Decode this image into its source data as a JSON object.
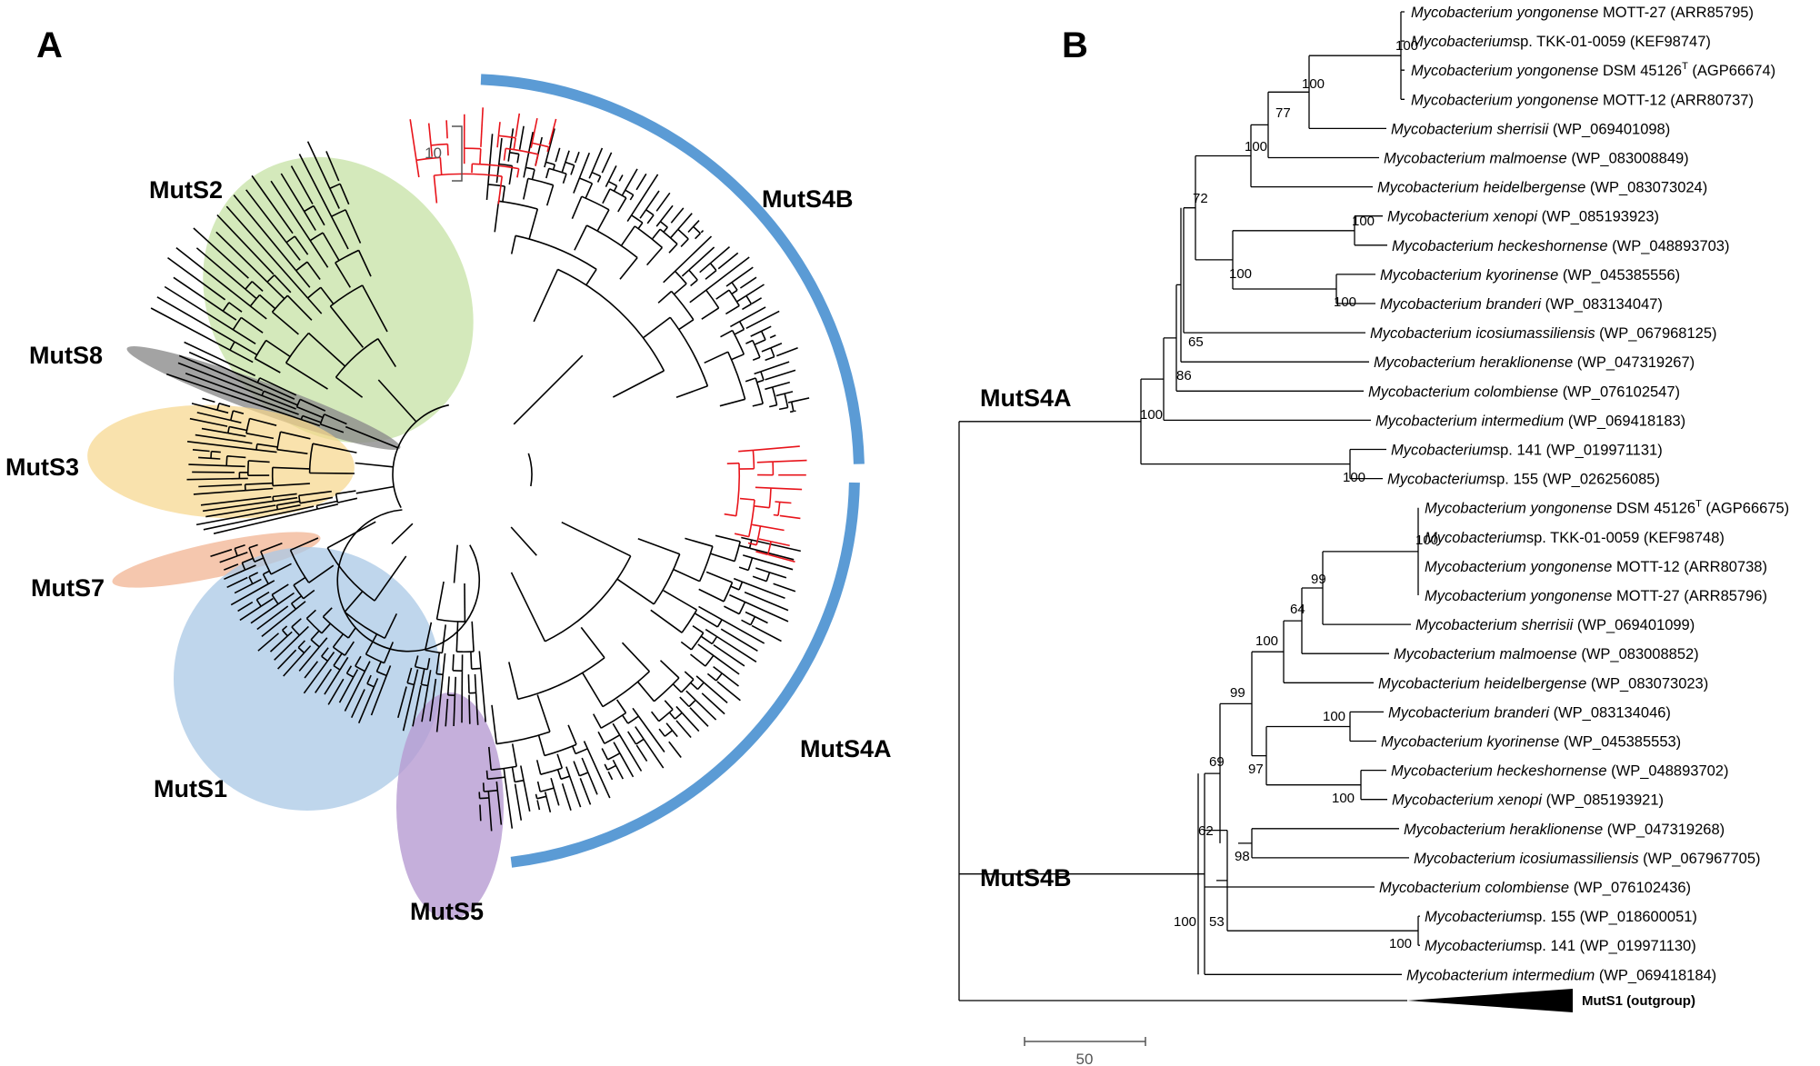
{
  "panels": {
    "a": "A",
    "b": "B"
  },
  "panel_a": {
    "scale_bar": "10",
    "clades": {
      "mutS2": "MutS2",
      "mutS8": "MutS8",
      "mutS3": "MutS3",
      "mutS7": "MutS7",
      "mutS1": "MutS1",
      "mutS5": "MutS5",
      "mutS4a": "MutS4A",
      "mutS4b": "MutS4B"
    },
    "colors": {
      "mutS2": "#c6e2a4",
      "mutS8": "#8c8c8c",
      "mutS3": "#f6d58a",
      "mutS7": "#f2b493",
      "mutS1": "#a9c8e6",
      "mutS5": "#b79bd2",
      "arc": "#5b9bd5",
      "highlight": "#e8141b"
    }
  },
  "panel_b": {
    "group_labels": {
      "mutS4a": "MutS4A",
      "mutS4b": "MutS4B"
    },
    "outgroup": "MutS1 (outgroup)",
    "scale_bar": "50",
    "taxa": [
      {
        "sp": "Mycobacterium yongonense",
        "strain": " MOTT-27",
        "acc": "(ARR85795)"
      },
      {
        "sp": "Mycobacterium",
        "strain": "sp. TKK-01-0059",
        "acc": "(KEF98747)"
      },
      {
        "sp": "Mycobacterium yongonense",
        "strain": " DSM 45126",
        "sup": "T",
        "acc": "(AGP66674)"
      },
      {
        "sp": "Mycobacterium yongonense",
        "strain": " MOTT-12",
        "acc": "(ARR80737)"
      },
      {
        "sp": "Mycobacterium sherrisii",
        "strain": "",
        "acc": "(WP_069401098)"
      },
      {
        "sp": "Mycobacterium malmoense",
        "strain": "",
        "acc": "(WP_083008849)"
      },
      {
        "sp": "Mycobacterium heidelbergense",
        "strain": "",
        "acc": "(WP_083073024)"
      },
      {
        "sp": "Mycobacterium xenopi",
        "strain": "",
        "acc": "(WP_085193923)"
      },
      {
        "sp": "Mycobacterium heckeshornense",
        "strain": "",
        "acc": "(WP_048893703)"
      },
      {
        "sp": "Mycobacterium kyorinense",
        "strain": "",
        "acc": "(WP_045385556)"
      },
      {
        "sp": "Mycobacterium branderi",
        "strain": "",
        "acc": "(WP_083134047)"
      },
      {
        "sp": "Mycobacterium icosiumassiliensis",
        "strain": "",
        "acc": "(WP_067968125)"
      },
      {
        "sp": "Mycobacterium heraklionense",
        "strain": "",
        "acc": "(WP_047319267)"
      },
      {
        "sp": "Mycobacterium colombiense",
        "strain": "",
        "acc": "(WP_076102547)"
      },
      {
        "sp": "Mycobacterium intermedium",
        "strain": "",
        "acc": "(WP_069418183)"
      },
      {
        "sp": "Mycobacterium",
        "strain": "sp. 141",
        "acc": "(WP_019971131)"
      },
      {
        "sp": "Mycobacterium",
        "strain": "sp. 155",
        "acc": "(WP_026256085)"
      },
      {
        "sp": "Mycobacterium yongonense",
        "strain": " DSM 45126",
        "sup": "T",
        "acc": "(AGP66675)"
      },
      {
        "sp": "Mycobacterium",
        "strain": "sp. TKK-01-0059",
        "acc": "(KEF98748)"
      },
      {
        "sp": "Mycobacterium yongonense",
        "strain": " MOTT-12",
        "acc": "(ARR80738)"
      },
      {
        "sp": "Mycobacterium yongonense",
        "strain": " MOTT-27",
        "acc": "(ARR85796)"
      },
      {
        "sp": "Mycobacterium sherrisii",
        "strain": "",
        "acc": "(WP_069401099)"
      },
      {
        "sp": "Mycobacterium malmoense",
        "strain": "",
        "acc": "(WP_083008852)"
      },
      {
        "sp": "Mycobacterium heidelbergense",
        "strain": "",
        "acc": "(WP_083073023)"
      },
      {
        "sp": "Mycobacterium branderi",
        "strain": "",
        "acc": "(WP_083134046)"
      },
      {
        "sp": "Mycobacterium kyorinense",
        "strain": "",
        "acc": "(WP_045385553)"
      },
      {
        "sp": "Mycobacterium heckeshornense",
        "strain": "",
        "acc": "(WP_048893702)"
      },
      {
        "sp": "Mycobacterium xenopi",
        "strain": "",
        "acc": "(WP_085193921)"
      },
      {
        "sp": "Mycobacterium heraklionense",
        "strain": "",
        "acc": "(WP_047319268)"
      },
      {
        "sp": "Mycobacterium icosiumassiliensis",
        "strain": "",
        "acc": "(WP_067967705)"
      },
      {
        "sp": "Mycobacterium colombiense",
        "strain": "",
        "acc": "(WP_076102436)"
      },
      {
        "sp": "Mycobacterium",
        "strain": "sp. 155",
        "acc": "(WP_018600051)"
      },
      {
        "sp": "Mycobacterium",
        "strain": "sp. 141",
        "acc": "(WP_019971130)"
      },
      {
        "sp": "Mycobacterium intermedium",
        "strain": "",
        "acc": "(WP_069418184)"
      }
    ],
    "bootstraps": [
      {
        "id": "n1",
        "value": "100"
      },
      {
        "id": "n2",
        "value": "100"
      },
      {
        "id": "n3",
        "value": "77"
      },
      {
        "id": "n4",
        "value": "100"
      },
      {
        "id": "n5",
        "value": "72"
      },
      {
        "id": "n6",
        "value": "100"
      },
      {
        "id": "n7",
        "value": "100"
      },
      {
        "id": "n8",
        "value": "100"
      },
      {
        "id": "n9",
        "value": "65"
      },
      {
        "id": "n10",
        "value": "86"
      },
      {
        "id": "n11",
        "value": "100"
      },
      {
        "id": "n12",
        "value": "100"
      },
      {
        "id": "n13",
        "value": "100"
      },
      {
        "id": "n14",
        "value": "99"
      },
      {
        "id": "n15",
        "value": "64"
      },
      {
        "id": "n16",
        "value": "100"
      },
      {
        "id": "n17",
        "value": "99"
      },
      {
        "id": "n18",
        "value": "100"
      },
      {
        "id": "n19",
        "value": "97"
      },
      {
        "id": "n20",
        "value": "100"
      },
      {
        "id": "n21",
        "value": "69"
      },
      {
        "id": "n22",
        "value": "98"
      },
      {
        "id": "n23",
        "value": "62"
      },
      {
        "id": "n24",
        "value": "100"
      },
      {
        "id": "n25",
        "value": "53"
      },
      {
        "id": "n26",
        "value": "100"
      }
    ]
  }
}
